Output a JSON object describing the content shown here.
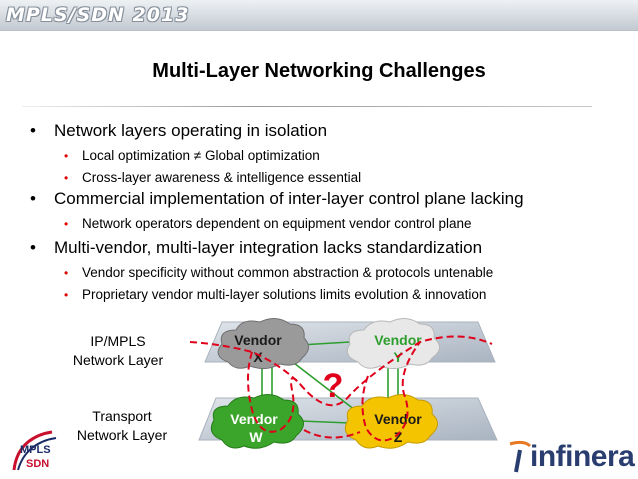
{
  "header": {
    "conference": "MPLS/SDN 2013"
  },
  "slide": {
    "title": "Multi-Layer Networking Challenges",
    "bullet_symbol": "•",
    "bullets": [
      {
        "text": "Network layers operating in isolation",
        "sub": [
          "Local optimization ≠ Global optimization",
          "Cross-layer awareness & intelligence essential"
        ]
      },
      {
        "text": "Commercial implementation of inter-layer control plane lacking",
        "sub": [
          "Network operators dependent on equipment vendor control plane"
        ]
      },
      {
        "text": "Multi-vendor, multi-layer integration lacks standardization",
        "sub": [
          "Vendor specificity without common abstraction & protocols untenable",
          "Proprietary vendor multi-layer solutions limits evolution & innovation"
        ]
      }
    ]
  },
  "diagram": {
    "layers": {
      "ip_mpls": {
        "line1": "IP/MPLS",
        "line2": "Network Layer"
      },
      "transport": {
        "line1": "Transport",
        "line2": "Network Layer"
      }
    },
    "clouds": {
      "x": {
        "line1": "Vendor",
        "line2": "X",
        "fill": "#9a9a9a",
        "text_color": "#1a1a1a"
      },
      "y": {
        "line1": "Vendor",
        "line2": "Y",
        "fill": "#e8e8e8",
        "text_color": "#2e9e2e"
      },
      "w": {
        "line1": "Vendor",
        "line2": "W",
        "fill": "#3aa52a",
        "text_color": "#ffffff"
      },
      "z": {
        "line1": "Vendor",
        "line2": "Z",
        "fill": "#f4c400",
        "text_color": "#1a1a1a"
      }
    },
    "question": "?",
    "colors": {
      "dash": "#e0001b",
      "link": "#2e9e2e",
      "question": "#e0001b",
      "plane": "#b9c3cf"
    }
  },
  "footer": {
    "brand": "infinera",
    "brand_color": "#2a3d6f",
    "badge": {
      "line1": "MPLS",
      "line2": "SDN"
    }
  }
}
